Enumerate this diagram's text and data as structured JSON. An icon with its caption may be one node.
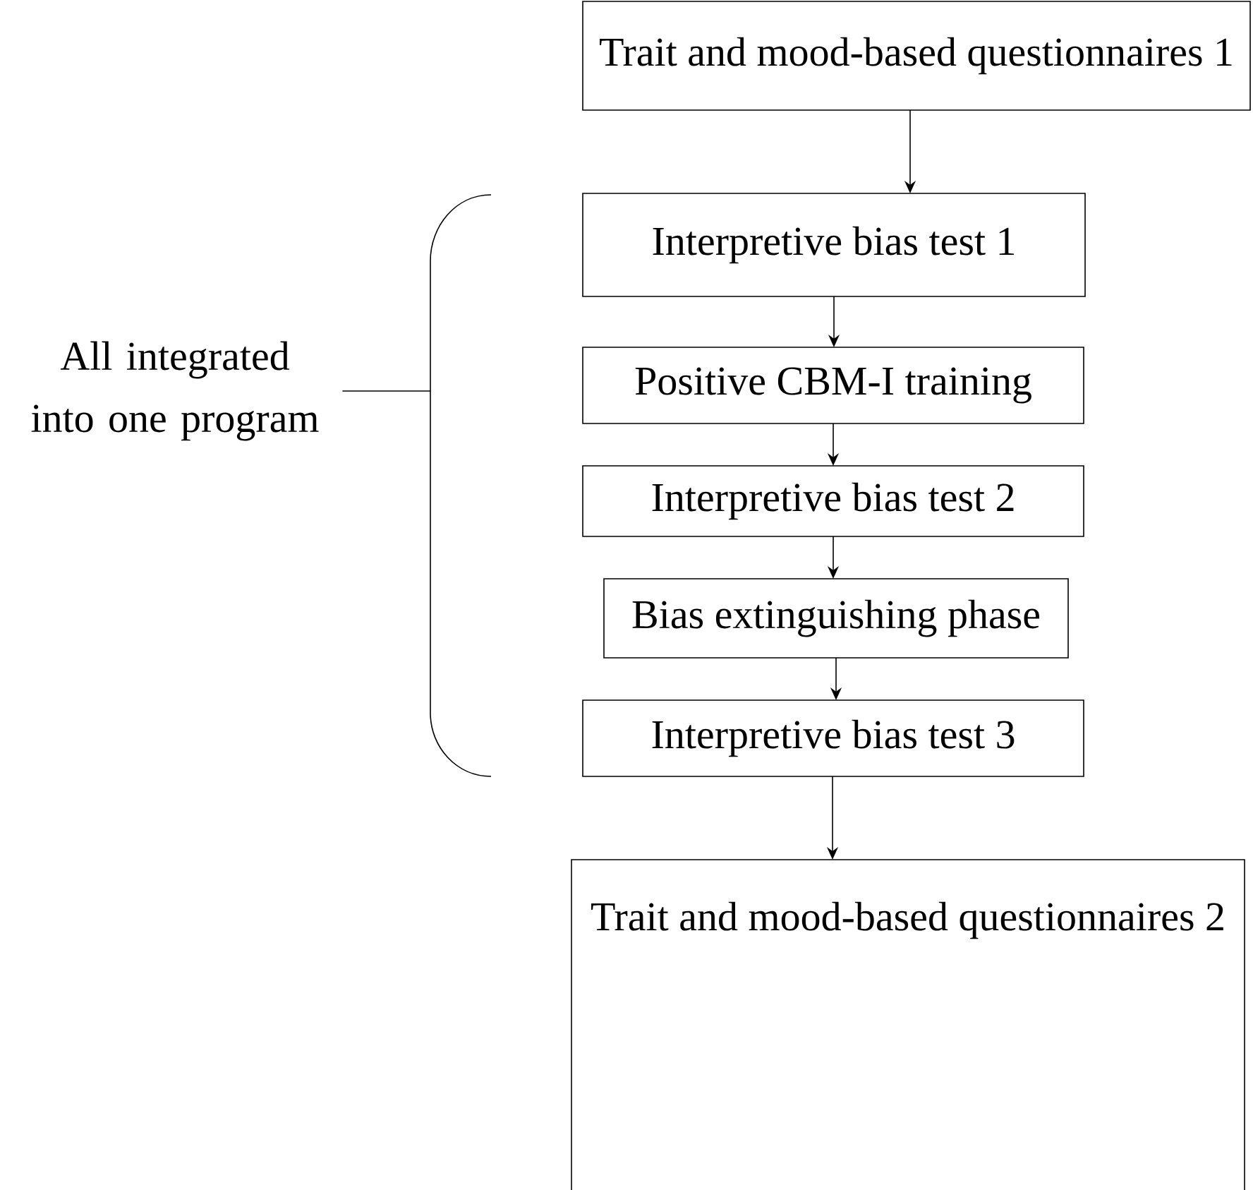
{
  "diagram": {
    "nodes": [
      {
        "text": [
          "Trait and mood-based questionnaires 1"
        ]
      },
      {
        "text": [
          "Interpretive bias test 1"
        ]
      },
      {
        "text": [
          "Positive CBM-I training"
        ]
      },
      {
        "text": [
          "Interpretive bias test 2"
        ]
      },
      {
        "text": [
          "Bias extinguishing phase"
        ]
      },
      {
        "text": [
          "Interpretive bias test 3"
        ]
      },
      {
        "text": [
          "Trait and mood-based questionnaires 2"
        ]
      },
      {
        "text": [
          "All integrated into one program"
        ]
      },
      {
        "text": [],
        "shape": "bracket"
      }
    ],
    "edges": [
      {
        "from": 0,
        "to": 1,
        "arrow": "to"
      },
      {
        "from": 1,
        "to": 2,
        "arrow": "to"
      },
      {
        "from": 2,
        "to": 3,
        "arrow": "to"
      },
      {
        "from": 3,
        "to": 4,
        "arrow": "to"
      },
      {
        "from": 4,
        "to": 5,
        "arrow": "to"
      },
      {
        "from": 5,
        "to": 6,
        "arrow": "to"
      },
      {
        "from": 7,
        "to": 8,
        "arrow": "none"
      }
    ]
  }
}
